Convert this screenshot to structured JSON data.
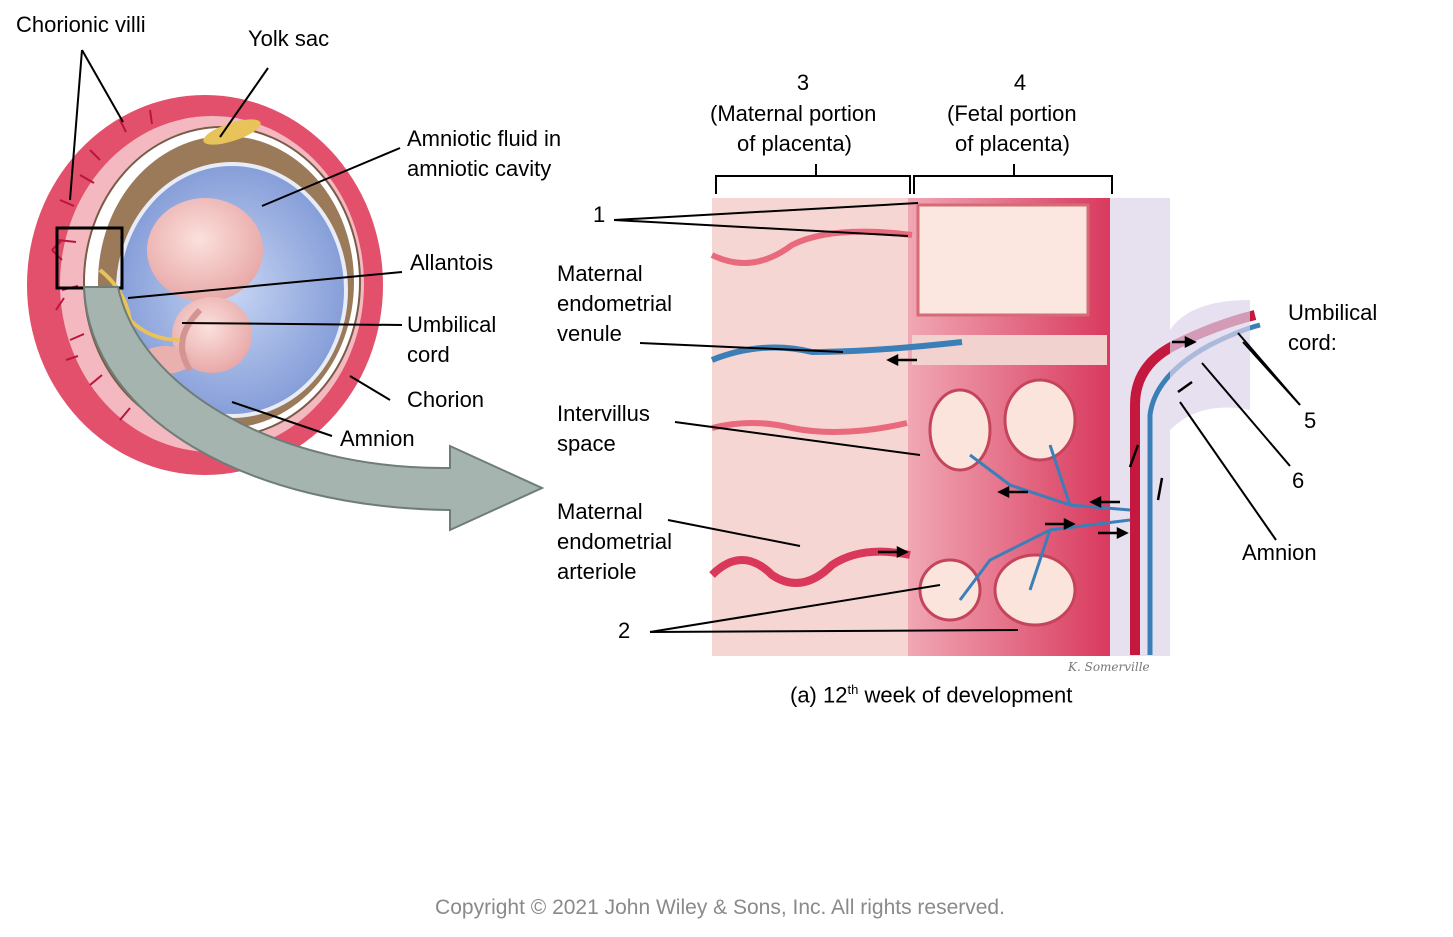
{
  "labels": {
    "chorionic_villi": "Chorionic villi",
    "yolk_sac": "Yolk sac",
    "amniotic_fluid_1": "Amniotic fluid in",
    "amniotic_fluid_2": "amniotic cavity",
    "allantois": "Allantois",
    "umbilical_cord_1": "Umbilical",
    "umbilical_cord_2": "cord",
    "chorion": "Chorion",
    "amnion_left": "Amnion",
    "num3": "3",
    "maternal_portion_1": "(Maternal portion",
    "maternal_portion_2": "of placenta)",
    "num4": "4",
    "fetal_portion_1": "(Fetal portion",
    "fetal_portion_2": "of placenta)",
    "num1": "1",
    "venule_1": "Maternal",
    "venule_2": "endometrial",
    "venule_3": "venule",
    "intervillus_1": "Intervillus",
    "intervillus_2": "space",
    "arteriole_1": "Maternal",
    "arteriole_2": "endometrial",
    "arteriole_3": "arteriole",
    "num2": "2",
    "umbilical_right_1": "Umbilical",
    "umbilical_right_2": "cord:",
    "num5": "5",
    "num6": "6",
    "amnion_right": "Amnion"
  },
  "caption": {
    "prefix": "(a) 12",
    "superscript": "th",
    "suffix": " week of development"
  },
  "signature": "K. Somerville",
  "copyright": "Copyright © 2021 John Wiley & Sons, Inc. All rights reserved.",
  "colors": {
    "placenta_red": "#d9385a",
    "tissue_pink": "#f2c4c4",
    "vessel_blue": "#3b7fb8",
    "amniotic_blue": "#8ea8de",
    "chorion_brown": "#9b7a5a",
    "arrow_gray": "#a6b4b0"
  }
}
